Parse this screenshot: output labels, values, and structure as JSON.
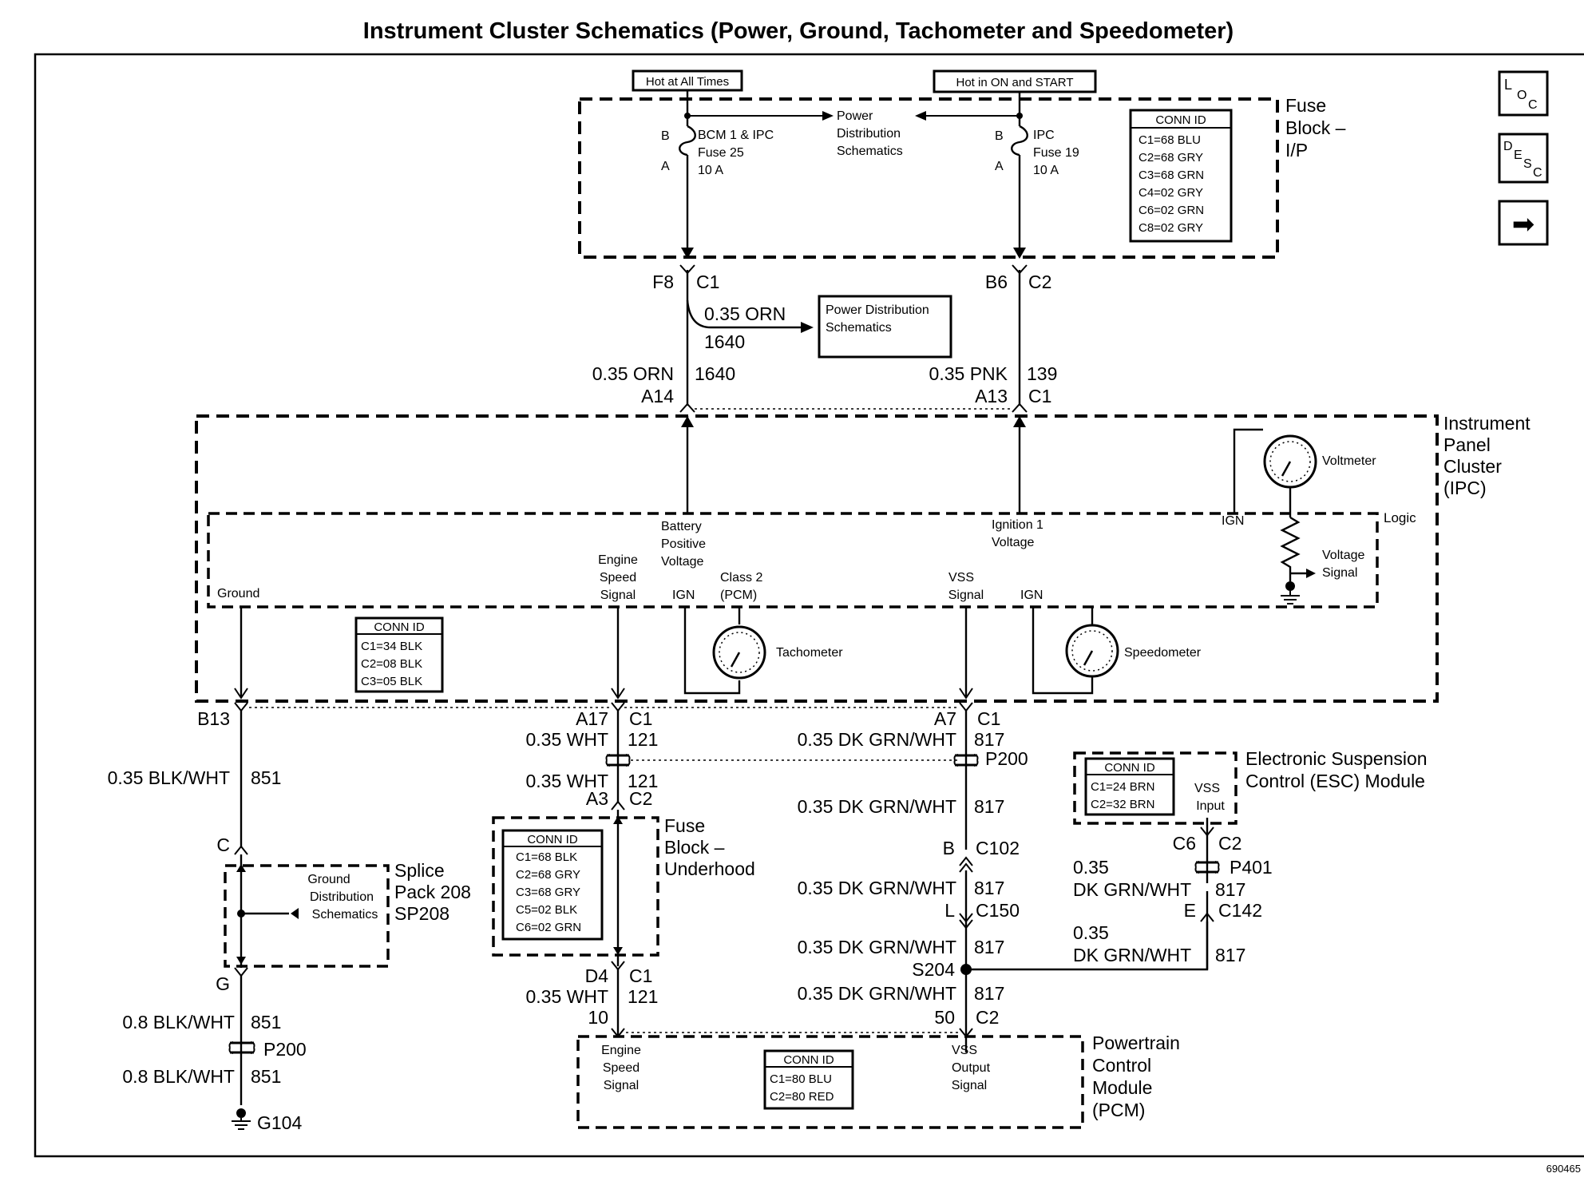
{
  "title": "Instrument Cluster Schematics (Power, Ground, Tachometer and Speedometer)",
  "figure_id": "690465",
  "nav": {
    "loc_letters": [
      "L",
      "O",
      "C"
    ],
    "desc_letters": [
      "D",
      "E",
      "S",
      "C"
    ],
    "arrow_glyph": "➡"
  },
  "hot_labels": {
    "all_times": "Hot at All Times",
    "on_start": "Hot in ON and START"
  },
  "fuse_block_ip": {
    "label_lines": [
      "Fuse",
      "Block –",
      "I/P"
    ],
    "fuse25": {
      "pin_b": "B",
      "pin_a": "A",
      "lines": [
        "BCM 1 & IPC",
        "Fuse 25",
        "10 A"
      ]
    },
    "fuse19": {
      "pin_b": "B",
      "pin_a": "A",
      "lines": [
        "IPC",
        "Fuse 19",
        "10 A"
      ]
    },
    "power_dist_lines": [
      "Power",
      "Distribution",
      "Schematics"
    ],
    "conn_id": {
      "header": "CONN ID",
      "rows": [
        "C1=68 BLU",
        "C2=68 GRY",
        "C3=68 GRN",
        "C4=02 GRY",
        "C6=02 GRN",
        "C8=02 GRY"
      ]
    }
  },
  "upper_wires": {
    "f8": "F8",
    "c1": "C1",
    "b6": "B6",
    "c2": "C2",
    "branch_color": "0.35 ORN",
    "branch_circuit": "1640",
    "power_box_lines": [
      "Power Distribution",
      "Schematics"
    ],
    "left_color": "0.35 ORN",
    "left_circuit": "1640",
    "a14": "A14",
    "right_color": "0.35 PNK",
    "right_circuit": "139",
    "a13": "A13",
    "c1b": "C1"
  },
  "ipc": {
    "label_lines": [
      "Instrument",
      "Panel",
      "Cluster",
      "(IPC)"
    ],
    "logic": "Logic",
    "battery_lines": [
      "Battery",
      "Positive",
      "Voltage"
    ],
    "ignition_lines": [
      "Ignition 1",
      "Voltage"
    ],
    "voltmeter": "Voltmeter",
    "ign_voltmeter": "IGN",
    "voltage_signal_lines": [
      "Voltage",
      "Signal"
    ],
    "ground": "Ground",
    "engine_speed_lines": [
      "Engine",
      "Speed",
      "Signal"
    ],
    "ign_tach": "IGN",
    "class2_lines": [
      "Class 2",
      "(PCM)"
    ],
    "vss_lines": [
      "VSS",
      "Signal"
    ],
    "ign_speedo": "IGN",
    "tachometer": "Tachometer",
    "speedometer": "Speedometer",
    "conn_id": {
      "header": "CONN ID",
      "rows": [
        "C1=34 BLK",
        "C2=08 BLK",
        "C3=05 BLK"
      ]
    }
  },
  "ground_path": {
    "b13": "B13",
    "wire1_color": "0.35 BLK/WHT",
    "wire1_circuit": "851",
    "c": "C",
    "splice_lines": [
      "Splice",
      "Pack 208",
      "SP208"
    ],
    "ground_dist_lines": [
      "Ground",
      "Distribution",
      "Schematics"
    ],
    "g": "G",
    "wire2_color": "0.8 BLK/WHT",
    "wire2_circuit": "851",
    "p200": "P200",
    "wire3_color": "0.8 BLK/WHT",
    "wire3_circuit": "851",
    "g104": "G104"
  },
  "engine_path": {
    "a17": "A17",
    "c1": "C1",
    "wire1_color": "0.35 WHT",
    "wire1_circuit": "121",
    "wire2_color": "0.35 WHT",
    "wire2_circuit": "121",
    "a3": "A3",
    "c2": "C2",
    "fuse_label_lines": [
      "Fuse",
      "Block –",
      "Underhood"
    ],
    "conn_id": {
      "header": "CONN ID",
      "rows": [
        "C1=68 BLK",
        "C2=68 GRY",
        "C3=68 GRY",
        "C5=02 BLK",
        "C6=02 GRN"
      ]
    },
    "d4": "D4",
    "c1b": "C1",
    "wire3_color": "0.35 WHT",
    "wire3_circuit": "121",
    "pin10": "10"
  },
  "vss_path": {
    "a7": "A7",
    "c1": "C1",
    "wire1_color": "0.35 DK GRN/WHT",
    "wire1_circuit": "817",
    "p200": "P200",
    "wire2_color": "0.35 DK GRN/WHT",
    "wire2_circuit": "817",
    "b": "B",
    "c102": "C102",
    "wire3_color": "0.35 DK GRN/WHT",
    "wire3_circuit": "817",
    "l": "L",
    "c150": "C150",
    "wire4_color": "0.35 DK GRN/WHT",
    "wire4_circuit": "817",
    "s204": "S204",
    "wire5_color": "0.35 DK GRN/WHT",
    "wire5_circuit": "817",
    "pin50": "50",
    "c2": "C2"
  },
  "esc": {
    "label_lines": [
      "Electronic Suspension",
      "Control (ESC) Module"
    ],
    "conn_id": {
      "header": "CONN ID",
      "rows": [
        "C1=24 BRN",
        "C2=32 BRN"
      ]
    },
    "vss_input_lines": [
      "VSS",
      "Input"
    ],
    "c6": "C6",
    "c2": "C2",
    "p401": "P401",
    "wire1_lines": [
      "0.35",
      "DK GRN/WHT"
    ],
    "wire1_circuit": "817",
    "e": "E",
    "c142": "C142",
    "wire2_lines": [
      "0.35",
      "DK GRN/WHT"
    ],
    "wire2_circuit": "817"
  },
  "pcm": {
    "label_lines": [
      "Powertrain",
      "Control",
      "Module",
      "(PCM)"
    ],
    "engine_speed_lines": [
      "Engine",
      "Speed",
      "Signal"
    ],
    "vss_output_lines": [
      "VSS",
      "Output",
      "Signal"
    ],
    "conn_id": {
      "header": "CONN ID",
      "rows": [
        "C1=80 BLU",
        "C2=80 RED"
      ]
    }
  }
}
